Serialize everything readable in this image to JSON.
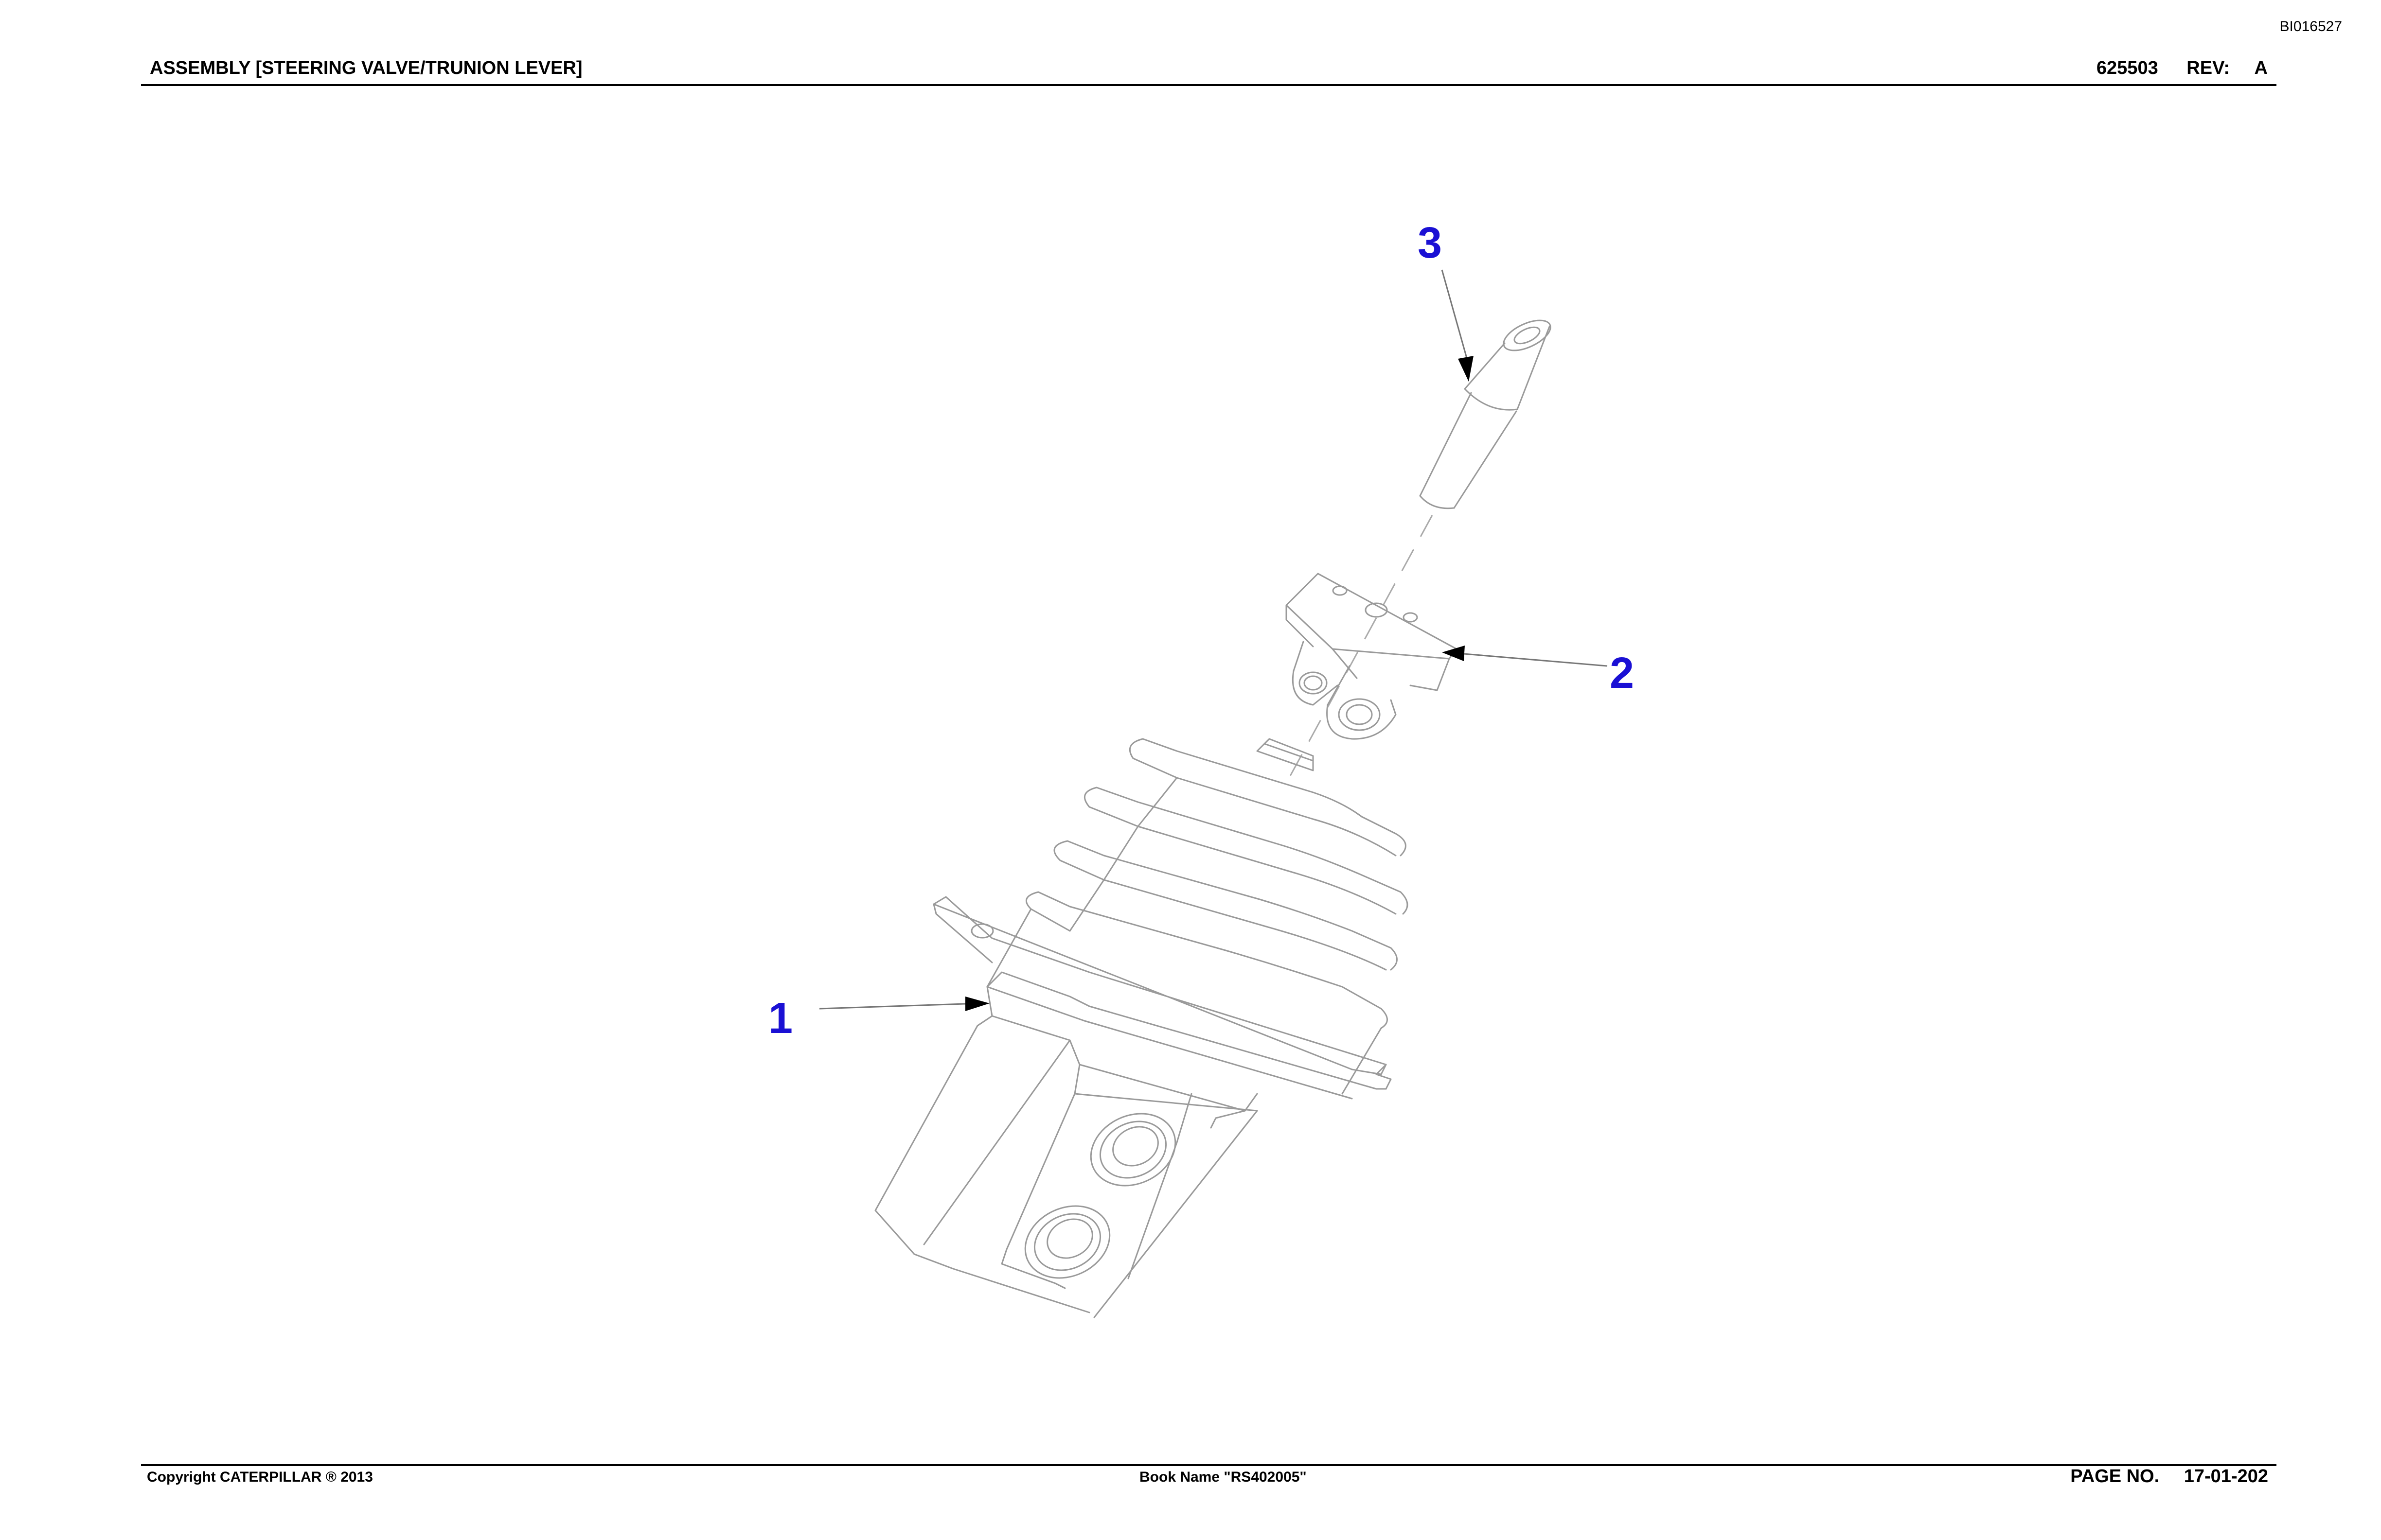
{
  "document_id": "BI016527",
  "header": {
    "title": "ASSEMBLY [STEERING VALVE/TRUNION LEVER]",
    "part_number": "625503",
    "rev_label": "REV:",
    "rev_value": "A"
  },
  "callouts": [
    {
      "label": "1",
      "part": "steering-valve-body"
    },
    {
      "label": "2",
      "part": "trunnion-lever-bracket"
    },
    {
      "label": "3",
      "part": "lever-pin"
    }
  ],
  "colors": {
    "callout": "#1a10d4",
    "linework": "#9a9a9a",
    "rule": "#000000"
  },
  "footer": {
    "copyright": "Copyright CATERPILLAR ® 2013",
    "book_name": "Book Name \"RS402005\"",
    "page_label": "PAGE NO.",
    "page_number": "17-01-202"
  }
}
